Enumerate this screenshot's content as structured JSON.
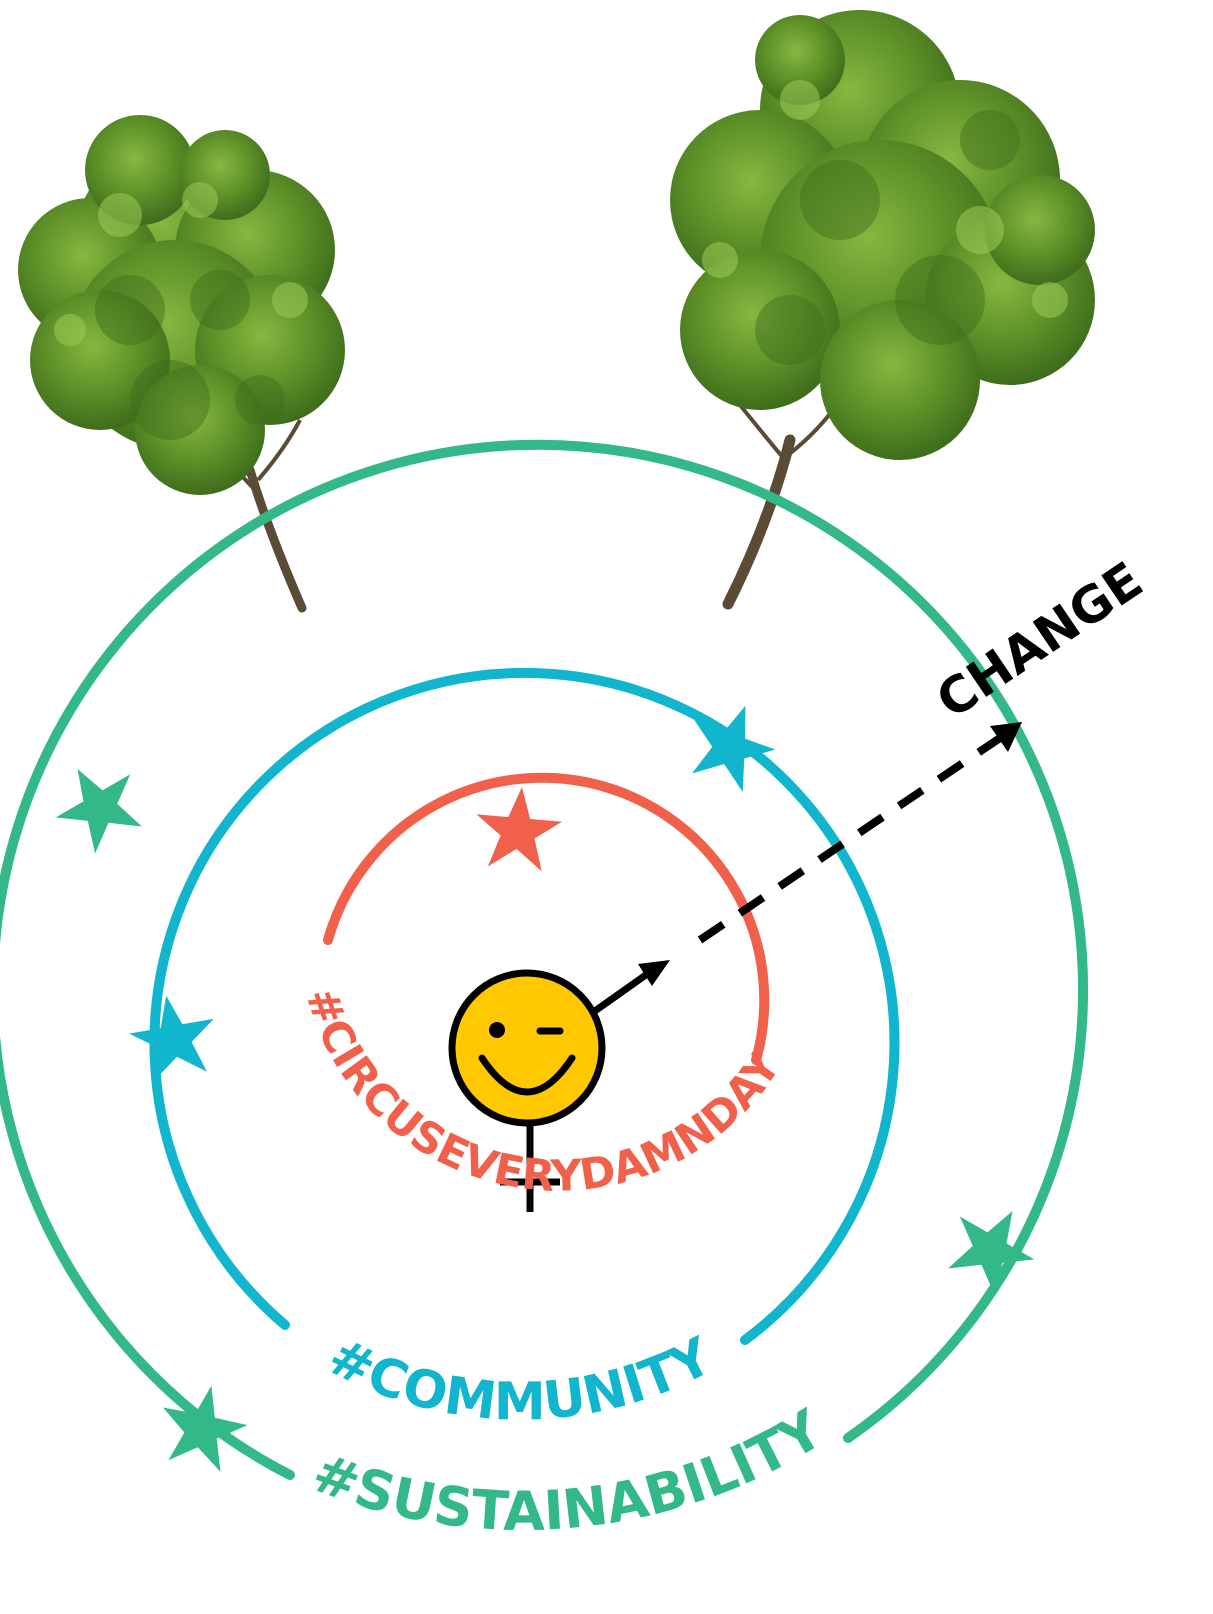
{
  "rings": {
    "outer": {
      "label": "#SUSTAINABILITY",
      "color": "#33b888"
    },
    "middle": {
      "label": "#COMMUNITY",
      "color": "#12b5ce"
    },
    "inner": {
      "label": "#CIRCUSEVERYDAMNDAY",
      "color": "#f0604a"
    }
  },
  "change_label": "CHANGE",
  "center_icon": "winking-smiley-gender-symbol-icon",
  "tree_icon": "tree-icon",
  "star_icon": "star-icon",
  "colors": {
    "smiley_fill": "#ffc800",
    "line": "#000000",
    "leaf_dark": "#3f6d1c",
    "leaf_mid": "#5e9128",
    "leaf_light": "#86b840",
    "trunk": "#5b4a35"
  }
}
